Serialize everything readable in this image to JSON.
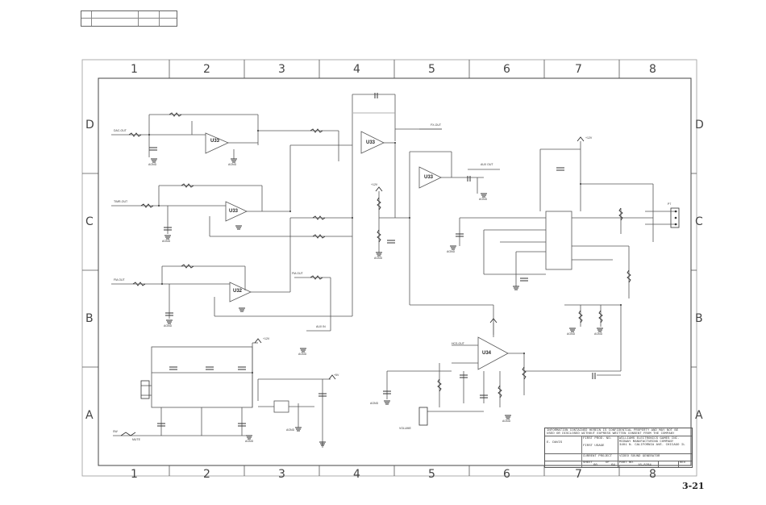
{
  "revision_block": {
    "r1c1": "",
    "r1c2": "",
    "r1c3": "",
    "r1c4": "",
    "r2c1": "",
    "r2c2": "",
    "r2c3": "",
    "r2c4": ""
  },
  "zones": {
    "top": [
      "1",
      "2",
      "3",
      "4",
      "5",
      "6",
      "7",
      "8"
    ],
    "side": [
      "D",
      "C",
      "B",
      "A"
    ]
  },
  "chips": {
    "u33a": "U33",
    "u33b": "U33",
    "u33c": "U33",
    "u34": "U34",
    "u32": "U32"
  },
  "connectors": {
    "dac_out": "DAC-OUT",
    "timer_out": "TIMR-OUT",
    "fm_out": "FM-OUT",
    "fm_out2": "FM-OUT",
    "fx_out": "FX-OUT",
    "aux_out": "AUX OUT",
    "aux_in": "AUX IN",
    "hcs_out": "HCS-OUT",
    "volume": "VOLUME",
    "sw": "SW",
    "mute": "MUTE",
    "p7": "P7"
  },
  "rails": {
    "v12a": "+12V",
    "v12b": "+12V",
    "v12c": "+12V",
    "vcc": "+5V"
  },
  "grounds": {
    "g1": "AGND",
    "g2": "AGND",
    "g3": "AGND",
    "g4": "AGND",
    "g5": "AGND",
    "g6": "AGND",
    "g7": "AGND",
    "g8": "AGND",
    "g9": "AGND",
    "g10": "AGND",
    "g11": "AGND",
    "g12": "AGND",
    "g13": "AGND",
    "g14": "AGND"
  },
  "title_block": {
    "notice": "INFORMATION CONTAINED HEREIN IS CONFIDENTIAL PROPERTY AND MAY NOT BE\nUSED OR DISCLOSED WITHOUT EXPRESS WRITTEN CONSENT FROM THE COMPANY",
    "drawn_by": "E. DAVIS",
    "first_prod": "FIRST PROD. NO.",
    "company": "WILLIAMS ELECTRONICS GAMES INC.\nMIDWAY MANUFACTURING COMPANY\n3401 N. CALIFORNIA AVE. CHICAGO IL",
    "first_usage": "FIRST USAGE",
    "current_project": "CURRENT PROJECT",
    "title": "VIDEO SOUND GENERATOR",
    "sheet_label": "SHEET",
    "sheet": "60",
    "of_label": "OF",
    "of": "64",
    "part_no_label": "PART NO.",
    "part_no": "16-8284",
    "rev_label": "REV"
  },
  "page_number": "3-21"
}
